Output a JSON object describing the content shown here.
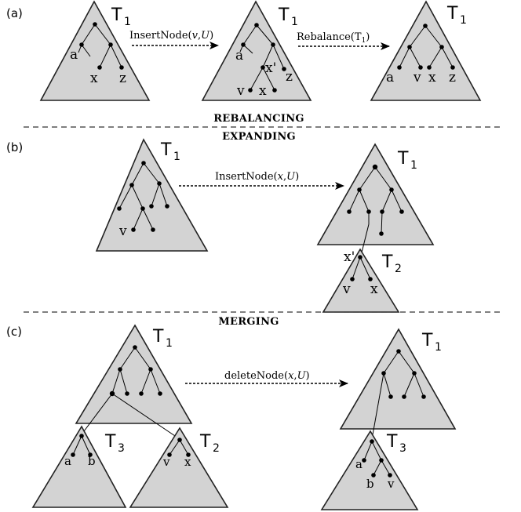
{
  "panels": {
    "a": "(a)",
    "b": "(b)",
    "c": "(c)"
  },
  "sections": {
    "rebalancing": "REBALANCING",
    "expanding": "EXPANDING",
    "merging": "MERGING"
  },
  "operations": {
    "insert_v": {
      "name": "InsertNode(",
      "arg1": "v",
      "comma": ",",
      "arg2": "U",
      "close": ")"
    },
    "rebalance": {
      "name": "Rebalance(T",
      "sub": "1",
      "close": ")"
    },
    "insert_x": {
      "name": "InsertNode(",
      "arg1": "x",
      "comma": ",",
      "arg2": "U",
      "close": ")"
    },
    "delete": {
      "name": "deleteNode(",
      "arg1": "x",
      "comma": ",",
      "arg2": "U",
      "close": ")"
    }
  },
  "trees": {
    "t1": {
      "letter": "T",
      "sub": "1"
    },
    "t2": {
      "letter": "T",
      "sub": "2"
    },
    "t3": {
      "letter": "T",
      "sub": "3"
    }
  },
  "node_labels": {
    "a": "a",
    "b": "b",
    "v": "v",
    "x": "x",
    "x_prime": "x'",
    "z": "z"
  },
  "colors": {
    "triangle_fill": "#d3d3d3",
    "stroke": "#000000"
  }
}
